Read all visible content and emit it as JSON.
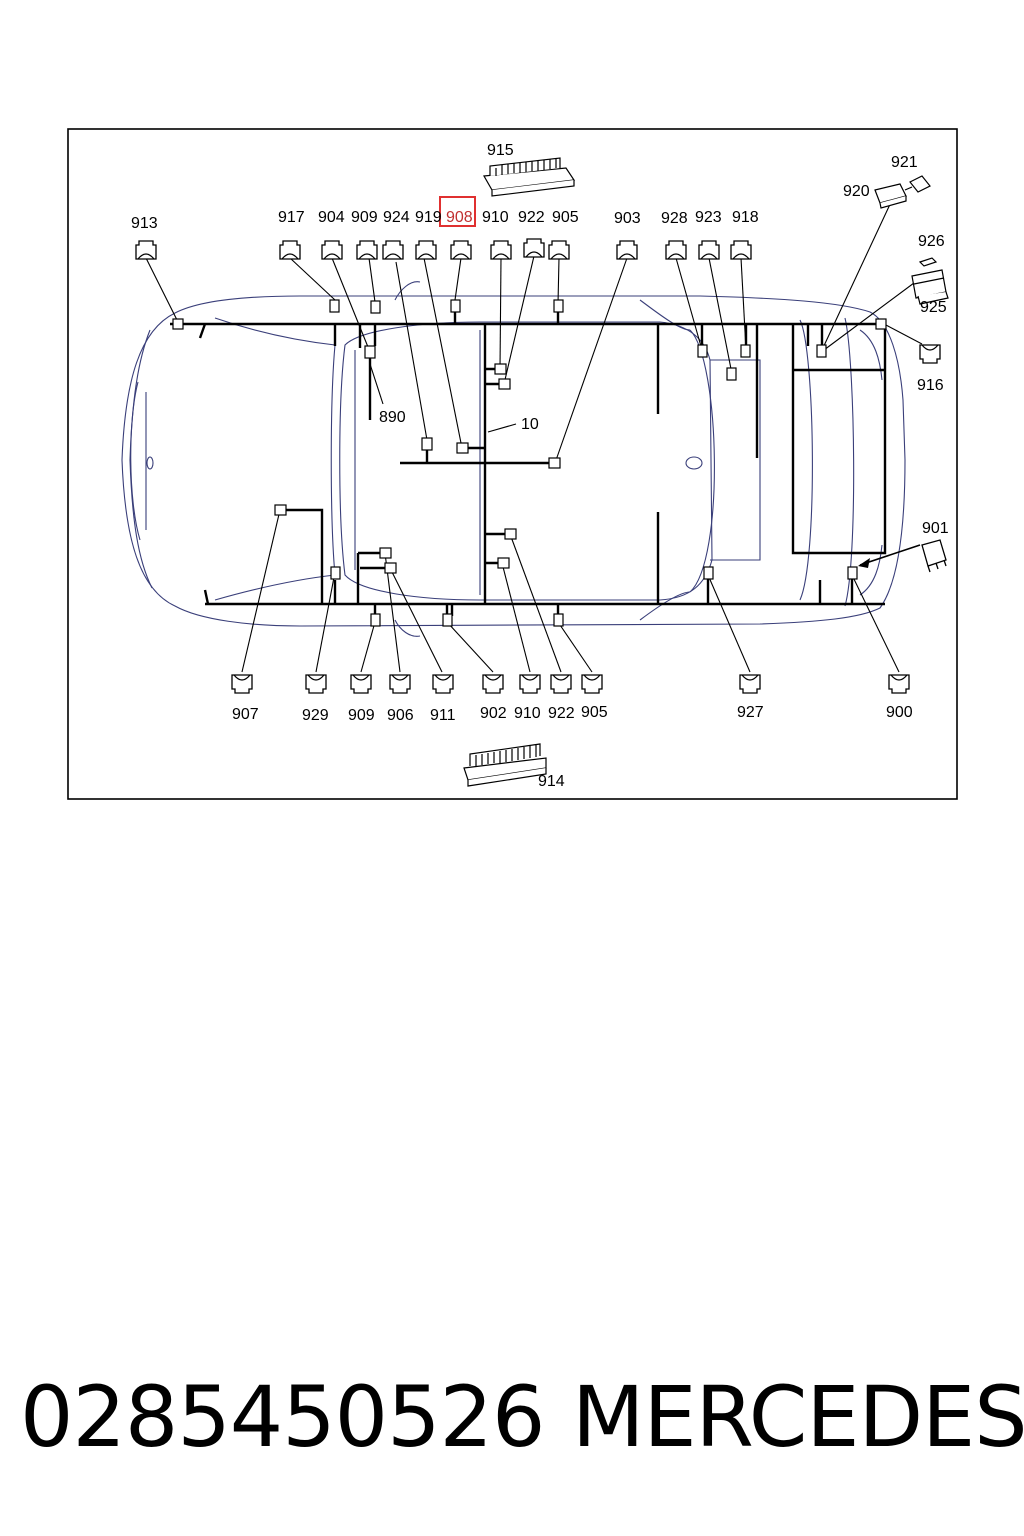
{
  "diagram": {
    "reference_labels": {
      "r915": "915",
      "r921": "921",
      "r920": "920",
      "r926": "926",
      "r925": "925",
      "r913": "913",
      "r917": "917",
      "r904t": "904",
      "r909t": "909",
      "r924": "924",
      "r919": "919",
      "r908": "908",
      "r910t": "910",
      "r922t": "922",
      "r905t": "905",
      "r903": "903",
      "r928": "928",
      "r923": "923",
      "r918": "918",
      "r916": "916",
      "r890": "890",
      "r10": "10",
      "r901": "901",
      "r907": "907",
      "r929": "929",
      "r909b": "909",
      "r906": "906",
      "r911": "911",
      "r902": "902",
      "r910b": "910",
      "r922b": "922",
      "r905b": "905",
      "r927": "927",
      "r900": "900",
      "r914": "914"
    },
    "highlighted_label": "908",
    "colors": {
      "harness": "#000000",
      "body_outline": "#3a3f7a",
      "highlight_box": "#e03030"
    }
  },
  "footer": {
    "part_number": "0285450526",
    "brand": "MERCEDES"
  }
}
